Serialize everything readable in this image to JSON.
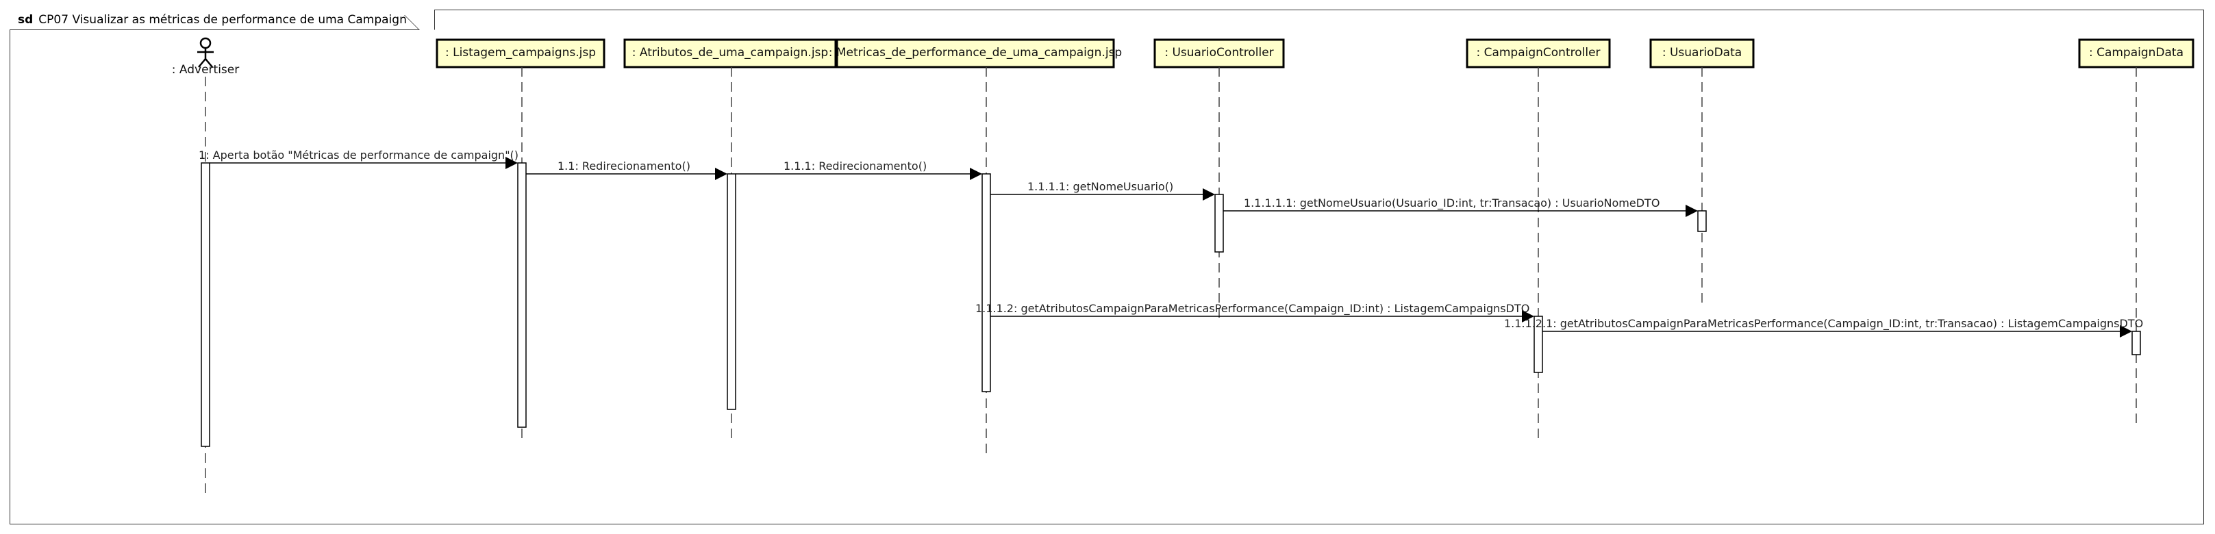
{
  "frame": {
    "keyword": "sd",
    "title": "CP07 Visualizar as métricas de performance de uma Campaign"
  },
  "actor": {
    "label": ": Advertiser"
  },
  "lifelines": [
    {
      "label": ": Listagem_campaigns.jsp"
    },
    {
      "label": ": Atributos_de_uma_campaign.jsp"
    },
    {
      "label": ": Metricas_de_performance_de_uma_campaign.jsp"
    },
    {
      "label": ": UsuarioController"
    },
    {
      "label": ": CampaignController"
    },
    {
      "label": ": UsuarioData"
    },
    {
      "label": ": CampaignData"
    }
  ],
  "messages": [
    {
      "label": "1: Aperta botão \"Métricas de performance de campaign\"()"
    },
    {
      "label": "1.1: Redirecionamento()"
    },
    {
      "label": "1.1.1: Redirecionamento()"
    },
    {
      "label": "1.1.1.1: getNomeUsuario()"
    },
    {
      "label": "1.1.1.1.1: getNomeUsuario(Usuario_ID:int, tr:Transacao) : UsuarioNomeDTO"
    },
    {
      "label": "1.1.1.2: getAtributosCampaignParaMetricasPerformance(Campaign_ID:int) : ListagemCampaignsDTO"
    },
    {
      "label": "1.1.1.2.1: getAtributosCampaignParaMetricasPerformance(Campaign_ID:int, tr:Transacao) : ListagemCampaignsDTO"
    }
  ]
}
